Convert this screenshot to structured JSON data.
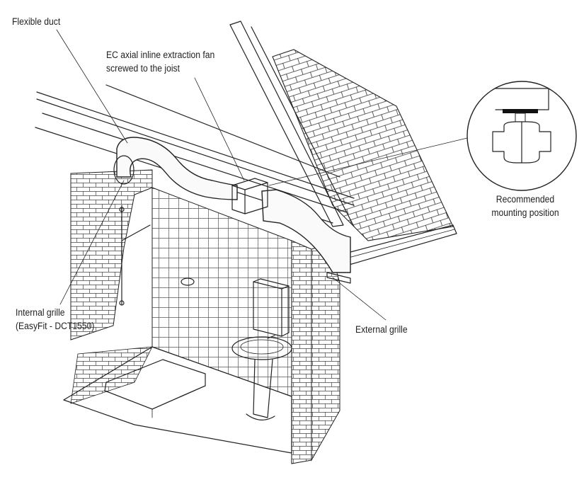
{
  "labels": {
    "flexible_duct": "Flexible duct",
    "fan_line1": "EC axial inline extraction fan",
    "fan_line2": "screwed to the joist",
    "internal_line1": "Internal grille",
    "internal_line2": "(EasyFit - DCT1550)",
    "external": "External grille",
    "mounting_line1": "Recommended",
    "mounting_line2": "mounting position"
  }
}
